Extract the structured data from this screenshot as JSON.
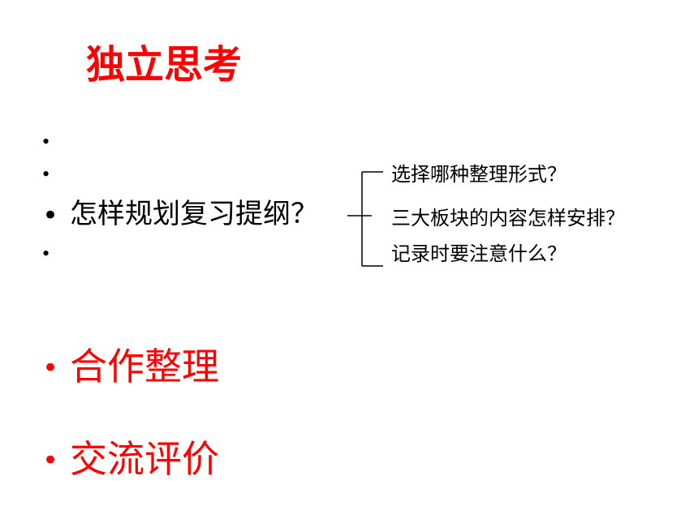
{
  "title": "独立思考",
  "bullets": {
    "dot": "•"
  },
  "main_question": "怎样规划复习提纲？",
  "sub_questions": [
    "选择哪种整理形式？",
    "三大板块的内容怎样安排？",
    "记录时要注意什么？"
  ],
  "red_items": [
    "合作整理",
    "交流评价"
  ],
  "colors": {
    "accent": "#ff0000",
    "text": "#000000",
    "background": "#ffffff"
  }
}
